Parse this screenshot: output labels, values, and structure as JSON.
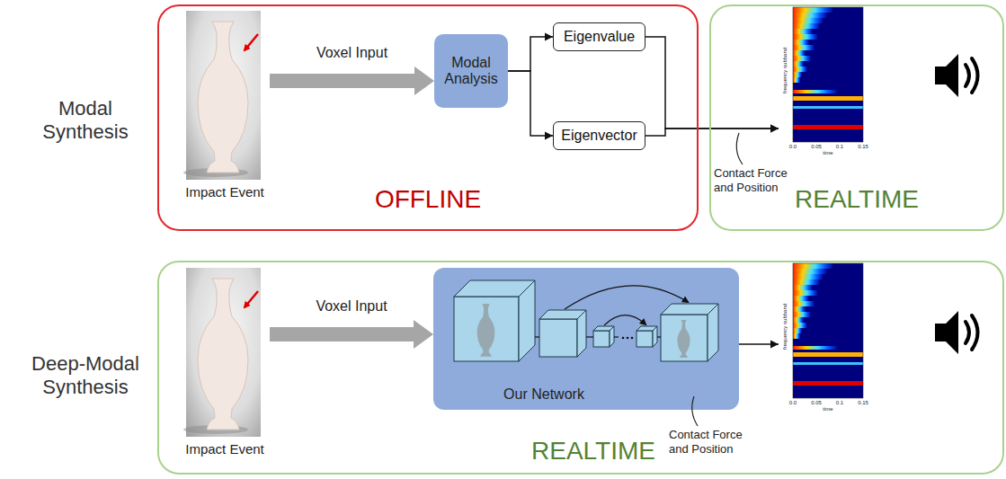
{
  "diagram": {
    "nodes": [
      {
        "text": [
          "OFFLINE"
        ]
      },
      {
        "text": [
          "Impact Event"
        ],
        "in": 0
      },
      {
        "text": [
          "Modal Analysis"
        ],
        "in": 0
      },
      {
        "text": [
          "Eigenvalue"
        ],
        "in": 0
      },
      {
        "text": [
          "Eigenvector"
        ],
        "in": 0
      },
      {
        "text": [
          "REALTIME"
        ]
      },
      {
        "text": [
          "frequency subband",
          "0.0",
          "0.05",
          "0.1",
          "0.15",
          "time"
        ],
        "in": 5
      },
      {
        "text": [
          "REALTIME"
        ]
      },
      {
        "text": [
          "Impact Event"
        ],
        "in": 7
      },
      {
        "text": [
          "Our Network"
        ],
        "in": 7
      },
      {
        "text": [
          "frequency subband",
          "0.0",
          "0.05",
          "0.1",
          "0.15",
          "time"
        ],
        "in": 7
      }
    ],
    "edges": [
      {
        "from": 1,
        "to": 2,
        "arrow": "to",
        "label": "Voxel Input"
      },
      {
        "from": 2,
        "to": 3,
        "arrow": "to"
      },
      {
        "from": 2,
        "to": 4,
        "arrow": "to"
      },
      {
        "from": 3,
        "to": 6,
        "arrow": "to"
      },
      {
        "from": 4,
        "to": 6,
        "arrow": "to"
      },
      {
        "from": 8,
        "to": 9,
        "arrow": "to",
        "label": "Voxel Input"
      },
      {
        "from": 9,
        "to": 10,
        "arrow": "to"
      }
    ],
    "labels": [
      "Modal Synthesis",
      "Deep-Modal Synthesis",
      "Contact Force and Position",
      "Contact Force and Position"
    ]
  }
}
